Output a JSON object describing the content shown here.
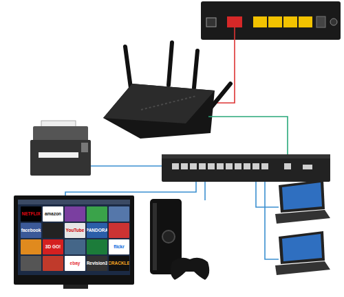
{
  "diagram": {
    "labels": [
      "NETFLIX",
      "amazon",
      "YouTube",
      "facebook",
      "PANDORA",
      "flickr",
      "3D GO!",
      "ebay",
      "Revision3",
      "CRACKLE"
    ]
  }
}
